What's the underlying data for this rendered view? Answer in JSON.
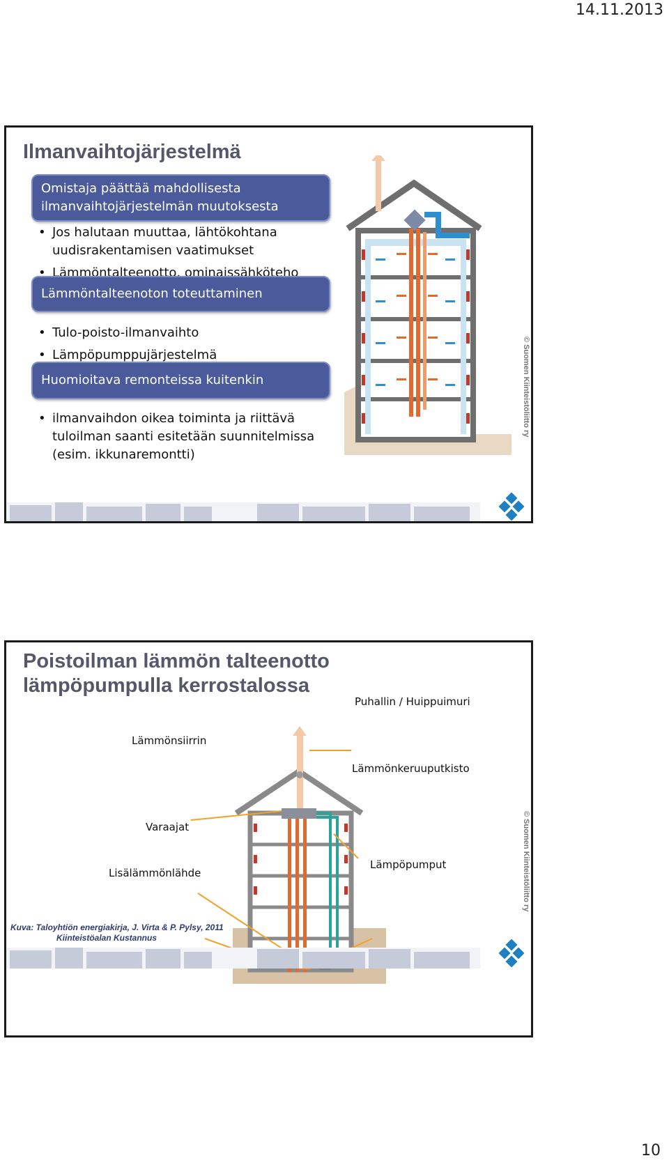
{
  "page": {
    "date": "14.11.2013",
    "page_number": "10"
  },
  "slide1": {
    "title": "Ilmanvaihtojärjestelmä",
    "box1": "Omistaja päättää mahdollisesta ilmanvaihtojärjestelmän muutoksesta",
    "bullets1": [
      "Jos halutaan muuttaa, lähtökohtana uudisrakentamisen vaatimukset",
      "Lämmöntalteenotto, ominaissähköteho"
    ],
    "box2": "Lämmöntalteenoton toteuttaminen",
    "bullets2": [
      "Tulo-poisto-ilmanvaihto",
      "Lämpöpumppujärjestelmä"
    ],
    "box3": "Huomioitava remonteissa kuitenkin",
    "bullets3": [
      "ilmanvaihdon oikea toiminta ja riittävä tuloilman saanti esitetään suunnitelmissa (esim. ikkunaremontti)"
    ],
    "copyright": "© Suomen Kiinteistöliitto ry"
  },
  "slide2": {
    "title_line1": "Poistoilman lämmön talteenotto",
    "title_line2": "lämpöpumpulla kerrostalossa",
    "labels": {
      "fan": "Puhallin / Huippuimuri",
      "heat_exchanger": "Lämmönsiirrin",
      "collector": "Lämmönkeruuputkisto",
      "storage": "Varaajat",
      "extra_heat": "Lisälämmönlähde",
      "heat_pumps": "Lämpöpumput"
    },
    "copyright": "© Suomen Kiinteistöliitto ry",
    "credit_line1": "Kuva: Taloyhtiön energiakirja, J. Virta & P. Pylsy, 2011",
    "credit_line2": "Kiinteistöalan Kustannus"
  },
  "colors": {
    "box_blue": "#4a5a9a",
    "title_grey": "#54586a",
    "exhaust_orange": "#e36a2e",
    "supply_blue": "#2e8fd0",
    "pipe_teal": "#2aa39a"
  }
}
